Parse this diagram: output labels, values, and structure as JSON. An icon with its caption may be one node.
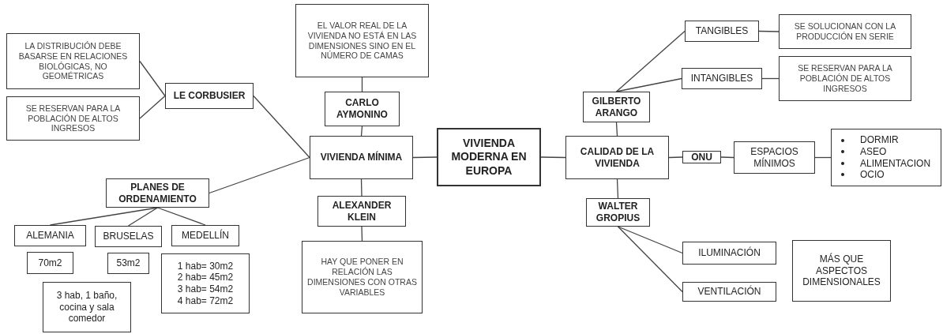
{
  "diagram": {
    "nodes": [
      {
        "text": [
          "VIVIENDA MODERNA EN EUROPA"
        ]
      },
      {
        "text": [
          "VIVIENDA MÍNIMA"
        ]
      },
      {
        "text": [
          "CARLO AYMONINO"
        ]
      },
      {
        "text": [
          "EL VALOR REAL DE LA VIVIENDA NO ESTÁ EN LAS DIMENSIONES SINO EN EL NÚMERO DE CAMAS"
        ]
      },
      {
        "text": [
          "ALEXANDER KLEIN"
        ]
      },
      {
        "text": [
          "HAY QUE PONER EN RELACIÓN LAS DIMENSIONES CON OTRAS VARIABLES"
        ]
      },
      {
        "text": [
          "LE CORBUSIER"
        ]
      },
      {
        "text": [
          "LA DISTRIBUCIÓN DEBE BASARSE EN RELACIONES BIOLÓGICAS, NO GEOMÉTRICAS"
        ]
      },
      {
        "text": [
          "SE RESERVAN PARA LA POBLACIÓN DE ALTOS INGRESOS"
        ]
      },
      {
        "text": [
          "PLANES DE ORDENAMIENTO"
        ]
      },
      {
        "text": [
          "ALEMANIA"
        ]
      },
      {
        "text": [
          "BRUSELAS"
        ]
      },
      {
        "text": [
          "MEDELLÍN"
        ]
      },
      {
        "text": [
          "70m2"
        ]
      },
      {
        "text": [
          "53m2"
        ]
      },
      {
        "text": [
          "1 hab= 30m2",
          "2 hab= 45m2",
          "3 hab= 54m2",
          "4 hab= 72m2"
        ]
      },
      {
        "text": [
          "3 hab, 1 baño, cocina y sala comedor"
        ]
      },
      {
        "text": [
          "CALIDAD DE LA VIVIENDA"
        ]
      },
      {
        "text": [
          "GILBERTO ARANGO"
        ]
      },
      {
        "text": [
          "TANGIBLES"
        ]
      },
      {
        "text": [
          "SE SOLUCIONAN CON LA PRODUCCIÓN EN SERIE"
        ]
      },
      {
        "text": [
          "INTANGIBLES"
        ]
      },
      {
        "text": [
          "SE RESERVAN PARA LA POBLACIÓN DE ALTOS INGRESOS"
        ]
      },
      {
        "text": [
          "WALTER GROPIUS"
        ]
      },
      {
        "text": [
          "ILUMINACIÓN"
        ]
      },
      {
        "text": [
          "VENTILACIÓN"
        ]
      },
      {
        "text": [
          "MÁS QUE ASPECTOS DIMENSIONALES"
        ]
      },
      {
        "text": [
          "ONU"
        ]
      },
      {
        "text": [
          "ESPACIOS MÍNIMOS"
        ]
      },
      {
        "text": [
          "DORMIR",
          "ASEO",
          "ALIMENTACION",
          "OCIO"
        ]
      }
    ],
    "edges": [
      {
        "from": 0,
        "to": 1,
        "arrow": "none"
      },
      {
        "from": 1,
        "to": 2,
        "arrow": "none"
      },
      {
        "from": 2,
        "to": 3,
        "arrow": "none"
      },
      {
        "from": 1,
        "to": 4,
        "arrow": "none"
      },
      {
        "from": 4,
        "to": 5,
        "arrow": "none"
      },
      {
        "from": 1,
        "to": 6,
        "arrow": "none"
      },
      {
        "from": 6,
        "to": 7,
        "arrow": "none"
      },
      {
        "from": 6,
        "to": 8,
        "arrow": "none"
      },
      {
        "from": 1,
        "to": 9,
        "arrow": "none"
      },
      {
        "from": 9,
        "to": 10,
        "arrow": "none"
      },
      {
        "from": 9,
        "to": 11,
        "arrow": "none"
      },
      {
        "from": 9,
        "to": 12,
        "arrow": "none"
      },
      {
        "from": 0,
        "to": 17,
        "arrow": "none"
      },
      {
        "from": 17,
        "to": 18,
        "arrow": "none"
      },
      {
        "from": 18,
        "to": 19,
        "arrow": "none"
      },
      {
        "from": 18,
        "to": 21,
        "arrow": "none"
      },
      {
        "from": 19,
        "to": 20,
        "arrow": "none"
      },
      {
        "from": 21,
        "to": 22,
        "arrow": "none"
      },
      {
        "from": 17,
        "to": 27,
        "arrow": "none"
      },
      {
        "from": 27,
        "to": 28,
        "arrow": "none"
      },
      {
        "from": 28,
        "to": 29,
        "arrow": "none"
      },
      {
        "from": 17,
        "to": 23,
        "arrow": "none"
      },
      {
        "from": 23,
        "to": 24,
        "arrow": "none"
      },
      {
        "from": 23,
        "to": 25,
        "arrow": "none"
      }
    ]
  }
}
